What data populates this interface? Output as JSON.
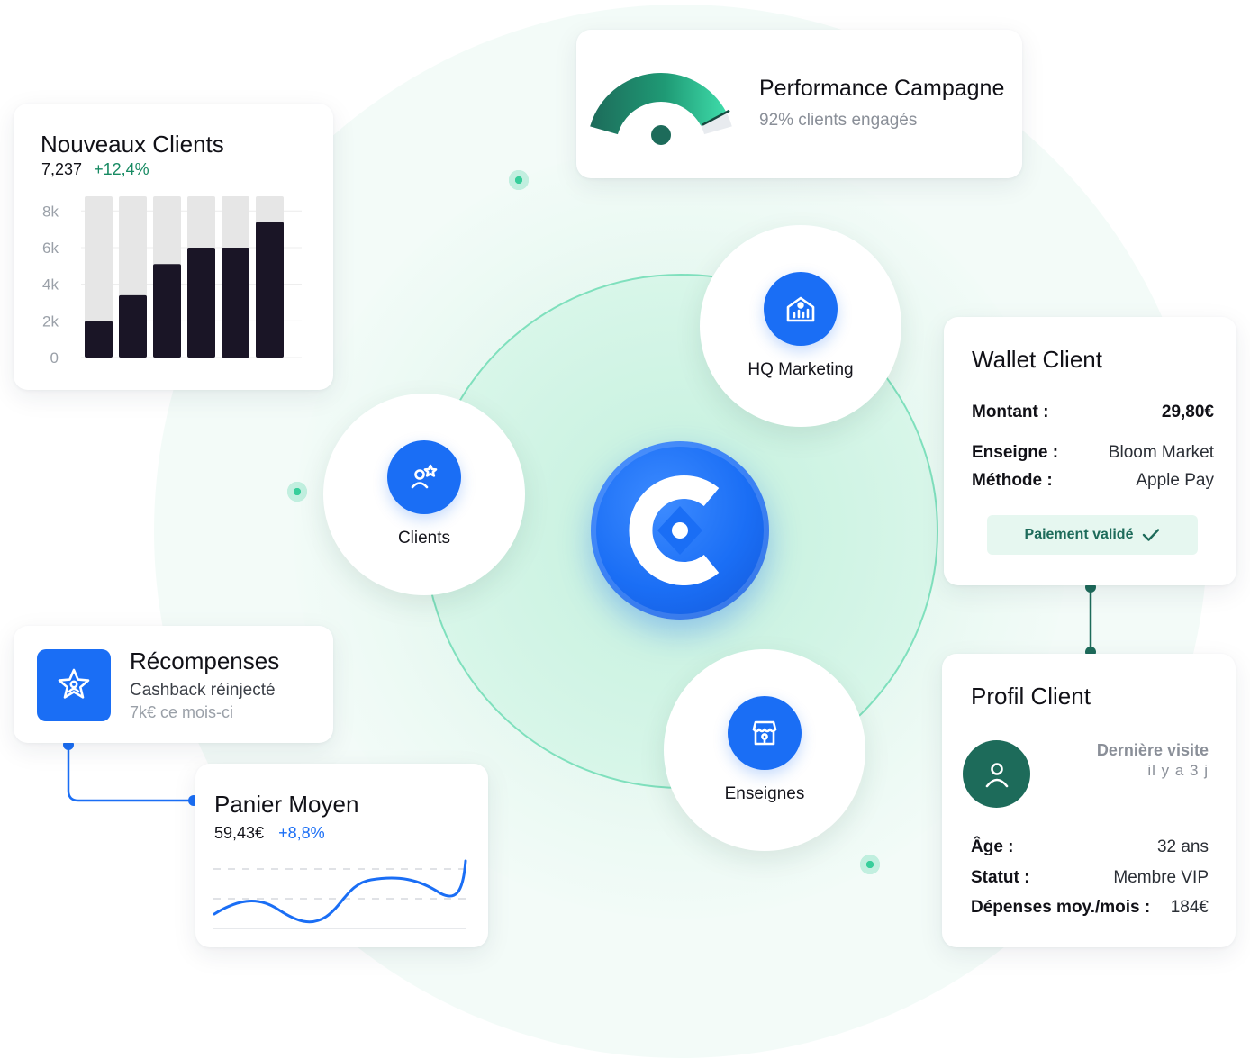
{
  "colors": {
    "accent_blue": "#1a6ef5",
    "accent_green": "#178a62",
    "dark_bar": "#1a1526",
    "track_grey": "#e6e6e6",
    "halo_green": "#c9f2e2"
  },
  "nouveaux_clients": {
    "title": "Nouveaux Clients",
    "value": "7,237",
    "change": "+12,4%"
  },
  "chart_data": {
    "type": "bar",
    "title": "",
    "xlabel": "",
    "ylabel": "",
    "y_ticks": [
      "8k",
      "6k",
      "4k",
      "2k",
      "0"
    ],
    "ylim": [
      0,
      8800
    ],
    "grid": true,
    "categories": [
      "",
      "",
      "",
      "",
      "",
      ""
    ],
    "values": [
      2000,
      3400,
      5100,
      6000,
      6000,
      7400
    ],
    "track_max": 8800
  },
  "performance": {
    "title": "Performance Campagne",
    "subtitle": "92% clients engagés",
    "gauge_value_percent": 92,
    "gauge_icon": "gauge-icon"
  },
  "center_logo": {
    "icon": "brand-c-logo-icon"
  },
  "nodes": {
    "hq": {
      "label": "HQ Marketing",
      "icon": "building-chart-icon"
    },
    "clients": {
      "label": "Clients",
      "icon": "user-star-icon"
    },
    "enseignes": {
      "label": "Enseignes",
      "icon": "storefront-icon"
    }
  },
  "wallet": {
    "title": "Wallet Client",
    "montant_label": "Montant :",
    "montant_value": "29,80€",
    "enseigne_label": "Enseigne :",
    "enseigne_value": "Bloom Market",
    "methode_label": "Méthode :",
    "methode_value": "Apple Pay",
    "status_button": "Paiement validé",
    "status_icon": "check-icon"
  },
  "profil": {
    "title": "Profil Client",
    "last_visit_label": "Dernière visite",
    "last_visit_value": "il y a 3 j",
    "avatar_icon": "user-icon",
    "age_label": "Âge :",
    "age_value": "32 ans",
    "statut_label": "Statut :",
    "statut_value": "Membre VIP",
    "depenses_label": "Dépenses moy./mois :",
    "depenses_value": "184€"
  },
  "recompenses": {
    "title": "Récompenses",
    "line1": "Cashback réinjecté",
    "line2": "7k€ ce mois-ci",
    "icon": "star-badge-icon"
  },
  "panier": {
    "title": "Panier Moyen",
    "value": "59,43€",
    "change": "+8,8%"
  }
}
